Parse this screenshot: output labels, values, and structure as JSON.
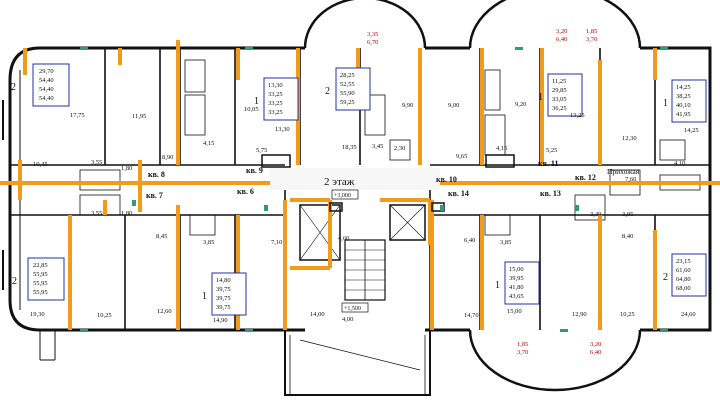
{
  "floor_title": "2 этаж",
  "level_marks": [
    "+3,000",
    "+1,500"
  ],
  "hallway_label": "Прихожая",
  "apartments": [
    {
      "label": "кв. 6"
    },
    {
      "label": "кв. 7"
    },
    {
      "label": "кв. 8"
    },
    {
      "label": "кв. 9"
    },
    {
      "label": "кв. 10"
    },
    {
      "label": "кв. 11"
    },
    {
      "label": "кв. 12"
    },
    {
      "label": "кв. 13"
    },
    {
      "label": "кв. 14"
    }
  ],
  "apartment_boxes": [
    {
      "rooms": "2",
      "areas": [
        "29,70",
        "54,40",
        "54,40",
        "54,40"
      ]
    },
    {
      "rooms": "1",
      "areas": [
        "13,30",
        "33,25",
        "33,25",
        "33,25"
      ]
    },
    {
      "rooms": "2",
      "areas": [
        "28,25",
        "52,55",
        "55,90",
        "59,25"
      ]
    },
    {
      "rooms": "1",
      "areas": [
        "11,25",
        "29,85",
        "33,05",
        "36,25"
      ]
    },
    {
      "rooms": "1",
      "areas": [
        "14,25",
        "38,25",
        "40,10",
        "41,95"
      ]
    },
    {
      "rooms": "2",
      "areas": [
        "22,85",
        "55,95",
        "55,95",
        "55,95"
      ]
    },
    {
      "rooms": "1",
      "areas": [
        "14,80",
        "39,75",
        "39,75",
        "39,75"
      ]
    },
    {
      "rooms": "1",
      "areas": [
        "15,00",
        "39,95",
        "41,80",
        "43,65"
      ]
    },
    {
      "rooms": "2",
      "areas": [
        "23,15",
        "61,60",
        "64,80",
        "68,00"
      ]
    }
  ],
  "room_areas": [
    "17,75",
    "11,95",
    "10,05",
    "4,15",
    "13,30",
    "5,75",
    "9,90",
    "18,35",
    "3,45",
    "2,30",
    "9,00",
    "9,20",
    "9,65",
    "4,15",
    "5,25",
    "13,25",
    "12,30",
    "14,25",
    "4,10",
    "8,90",
    "10,45",
    "3,55",
    "1,80",
    "3,55",
    "1,80",
    "7,60",
    "3,40",
    "3,05",
    "8,45",
    "3,85",
    "7,10",
    "4,60",
    "6,40",
    "3,85",
    "8,40",
    "19,30",
    "10,25",
    "12,60",
    "14,90",
    "14,00",
    "4,00",
    "14,70",
    "15,00",
    "12,90",
    "10,25",
    "24,60"
  ],
  "bay_marks": [
    [
      "3,35",
      "6,70"
    ],
    [
      "3,20",
      "6,40"
    ],
    [
      "1,85",
      "3,70"
    ],
    [
      "1,85",
      "3,70"
    ],
    [
      "3,20",
      "6,40"
    ]
  ]
}
